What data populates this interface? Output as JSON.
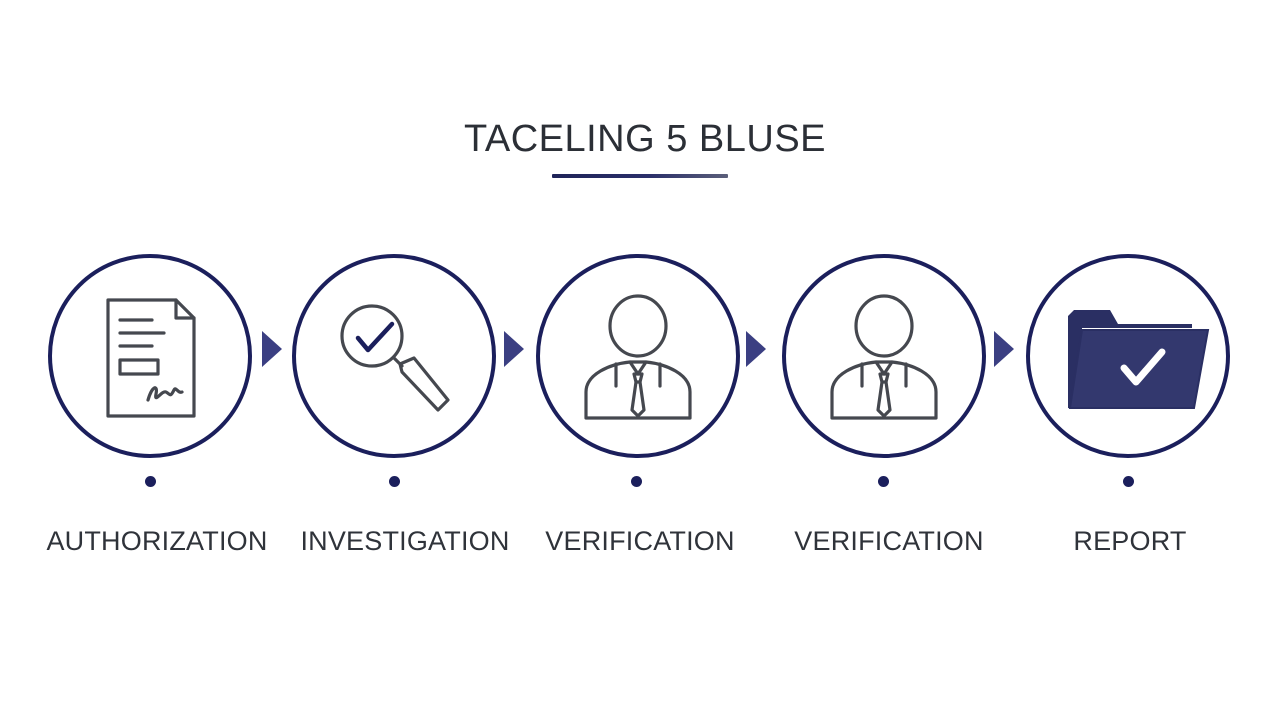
{
  "title": "TACELING 5 BLUSE",
  "colors": {
    "ring": "#1b1f5c",
    "arrow": "#3b3f82",
    "icon_stroke": "#45484f",
    "folder_fill": "#33386e",
    "text": "#2f333a"
  },
  "steps": [
    {
      "label": "AUTHORIZATION",
      "icon": "signed-document-icon"
    },
    {
      "label": "INVESTIGATION",
      "icon": "magnifier-check-icon"
    },
    {
      "label": "VERIFICATION",
      "icon": "person-tie-icon"
    },
    {
      "label": "VERIFICATION",
      "icon": "person-tie-icon"
    },
    {
      "label": "REPORT",
      "icon": "folder-check-icon"
    }
  ]
}
